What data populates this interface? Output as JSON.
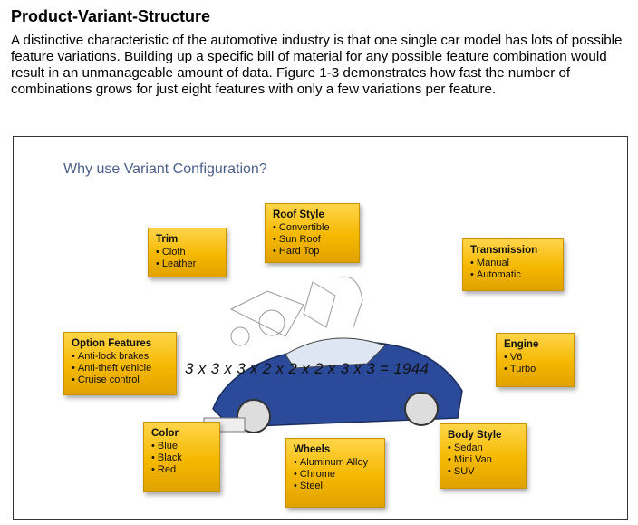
{
  "document": {
    "title": "Product-Variant-Structure",
    "paragraph": "A distinctive characteristic of the automotive industry is that one single car model has lots of possible feature variations. Building up a specific bill of material for any possible feature combination would result in an unmanageable amount of data. Figure 1-3 demonstrates how fast the number of combinations grows for just eight features with only a few variations per feature."
  },
  "figure": {
    "title": "Why use Variant Configuration?",
    "formula": "3 x 3 x 3 x 2 x 2 x 2 x 3 x 3 = 1944",
    "features": {
      "trim": {
        "name": "Trim",
        "options": [
          "Cloth",
          "Leather"
        ]
      },
      "roof": {
        "name": "Roof Style",
        "options": [
          "Convertible",
          "Sun Roof",
          "Hard Top"
        ]
      },
      "transmission": {
        "name": "Transmission",
        "options": [
          "Manual",
          "Automatic"
        ]
      },
      "option_features": {
        "name": "Option Features",
        "options": [
          "Anti-lock brakes",
          "Anti-theft vehicle",
          "Cruise control"
        ]
      },
      "engine": {
        "name": "Engine",
        "options": [
          "V6",
          "Turbo"
        ]
      },
      "color": {
        "name": "Color",
        "options": [
          "Blue",
          "Black",
          "Red"
        ]
      },
      "wheels": {
        "name": "Wheels",
        "options": [
          "Aluminum Alloy",
          "Chrome",
          "Steel"
        ]
      },
      "body_style": {
        "name": "Body Style",
        "options": [
          "Sedan",
          "Mini Van",
          "SUV"
        ]
      }
    },
    "colors": {
      "box_fill": "#f5b800",
      "title_color": "#4a5f8c",
      "car_blue": "#2c4a9a"
    }
  }
}
